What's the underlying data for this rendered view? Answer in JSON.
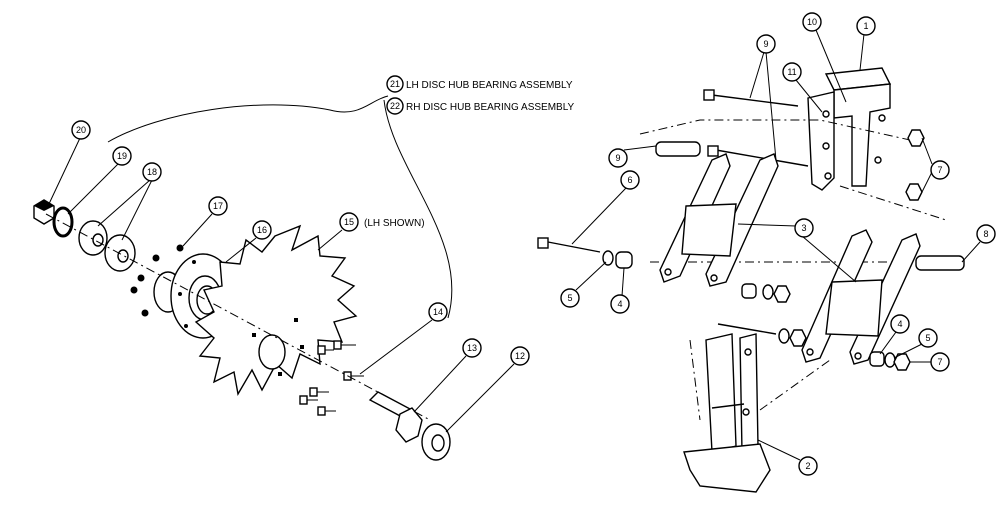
{
  "legend": {
    "lh": {
      "number": "21",
      "text": "LH DISC HUB BEARING ASSEMBLY"
    },
    "rh": {
      "number": "22",
      "text": "RH DISC HUB BEARING ASSEMBLY"
    }
  },
  "note": "(LH SHOWN)",
  "callouts": [
    "1",
    "2",
    "3",
    "4",
    "4",
    "5",
    "5",
    "6",
    "7",
    "7",
    "8",
    "9",
    "9",
    "10",
    "11",
    "12",
    "13",
    "14",
    "15",
    "16",
    "17",
    "18",
    "19",
    "20"
  ]
}
